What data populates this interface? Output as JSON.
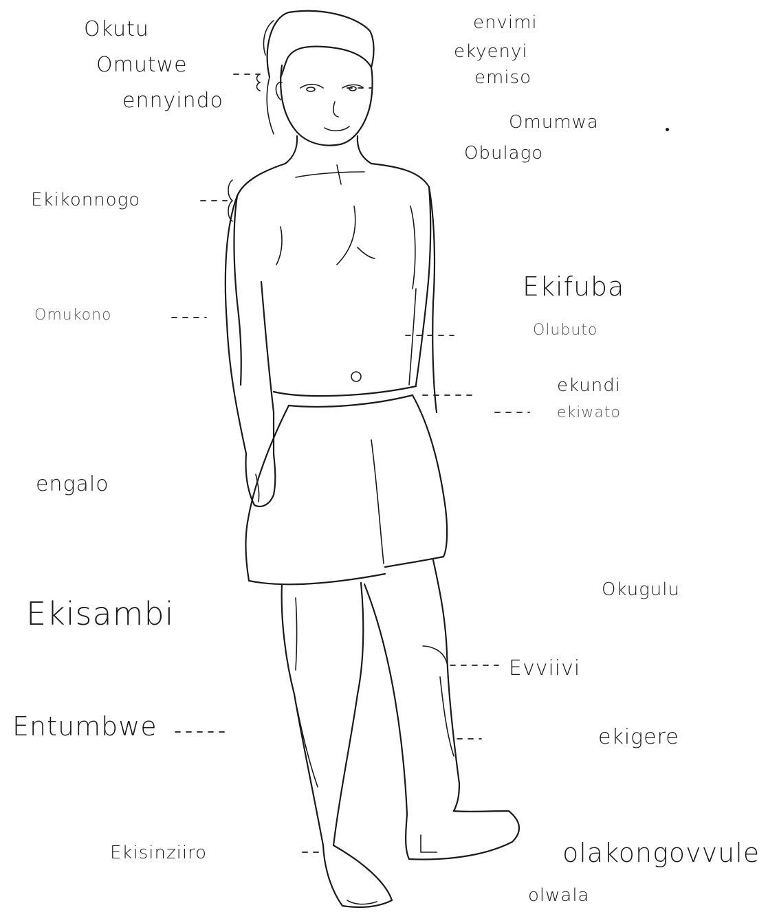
{
  "labels": {
    "okutu": "Okutu",
    "omutwe": "Omutwe",
    "ennyindo": "ennyindo",
    "enviiri": "envimi",
    "ekyenyi": "ekyenyi",
    "emiso": "emiso",
    "omumwa": "Omumwa",
    "obulago": "Obulago",
    "ekikonngo": "Ekikonnogo",
    "ekifuba": "Ekifuba",
    "olubuto": "Olubuto",
    "omukono": "Omukono",
    "ekundi": "ekundi",
    "ekiwato": "ekiwato",
    "engalo": "engalo",
    "okugulu": "Okugulu",
    "ekisambi": "Ekisambi",
    "evviivi": "Evviivi",
    "entumbwe": "Entumbwe",
    "ekigere": "ekigere",
    "ekisinziiro": "Ekisinziiro",
    "olakongovvule": "olakongovvule",
    "olwala": "olwala"
  }
}
